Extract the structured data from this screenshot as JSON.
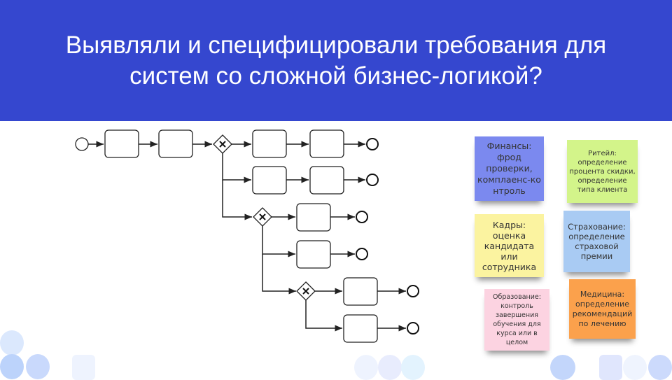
{
  "header": {
    "title": "Выявляли и специфицировали требования для систем со сложной бизнес-логикой?"
  },
  "notes": [
    {
      "text": "Финансы:\nфрод\nпроверки,\nкомплаенс-ко\nнтроль",
      "color": "#7b89ef"
    },
    {
      "text": "Ритейл:\nопределение\nпроцента скидки,\nопределение\nтипа клиента",
      "color": "#d3f48a"
    },
    {
      "text": "Кадры:\nоценка\nкандидата\nили\nсотрудника",
      "color": "#fbf3a0"
    },
    {
      "text": "Страхование:\nопределение\nстраховой\nпремии",
      "color": "#a9cbf3"
    },
    {
      "text": "Образование:\nконтроль\nзавершения\nобучения для\nкурса или в\nцелом",
      "color": "#fcd3e1"
    },
    {
      "text": "Медицина:\nопределение\nрекомендаций\nпо лечению",
      "color": "#fba14c"
    }
  ],
  "colors": {
    "header": "#3547cf"
  }
}
